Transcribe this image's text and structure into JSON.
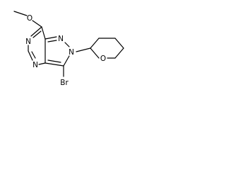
{
  "molecule": {
    "atoms": {
      "methyl": "",
      "o_methoxy": "O",
      "n_ring6_a": "N",
      "n_ring6_b": "N",
      "n_ring5_a": "N",
      "n_ring5_b": "N",
      "br": "Br",
      "o_thp": "O"
    }
  }
}
